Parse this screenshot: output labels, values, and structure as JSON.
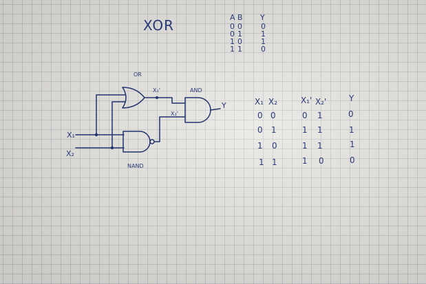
{
  "title": "XOR",
  "truth_table_small": {
    "headers": [
      "A",
      "B",
      "Y"
    ],
    "rows": [
      [
        "0",
        "0",
        "0"
      ],
      [
        "0",
        "1",
        "1"
      ],
      [
        "1",
        "0",
        "1"
      ],
      [
        "1",
        "1",
        "0"
      ]
    ]
  },
  "circuit": {
    "gate_or": "OR",
    "gate_and": "AND",
    "gate_nand": "NAND",
    "input_x1": "X₁",
    "input_x2": "X₂",
    "node_x1p": "X₁'",
    "node_x2p": "X₂'",
    "output_y": "Y"
  },
  "truth_table_large": {
    "headers": [
      "X₁",
      "X₂",
      "X₁'",
      "X₂'",
      "Y"
    ],
    "rows": [
      [
        "0",
        "0",
        "0",
        "1",
        "0"
      ],
      [
        "0",
        "1",
        "1",
        "1",
        "1"
      ],
      [
        "1",
        "0",
        "1",
        "1",
        "1"
      ],
      [
        "1",
        "1",
        "1",
        "0",
        "0"
      ]
    ]
  }
}
